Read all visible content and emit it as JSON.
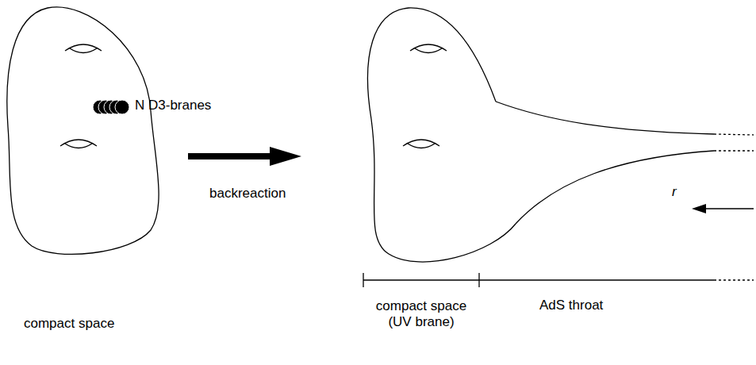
{
  "diagram": {
    "labels": [
      "N D3-branes",
      "backreaction",
      "compact space",
      "r",
      "compact space (UV brane)",
      "AdS throat"
    ]
  }
}
